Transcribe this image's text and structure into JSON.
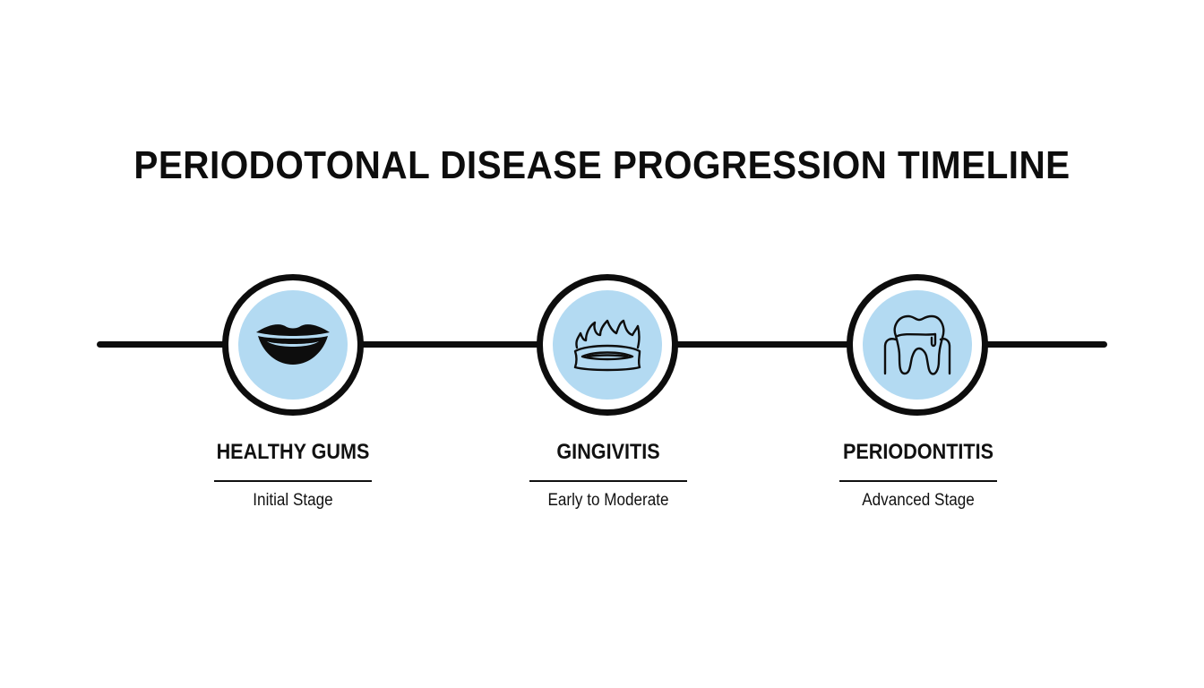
{
  "title": "PERIODOTONAL DISEASE PROGRESSION TIMELINE",
  "colors": {
    "line": "#0d0d0d",
    "icon_bg": "#b3daf2",
    "background": "#ffffff"
  },
  "stages": [
    {
      "name": "HEALTHY GUMS",
      "subtitle": "Initial Stage",
      "icon": "smiling-lips-icon"
    },
    {
      "name": "GINGIVITIS",
      "subtitle": "Early to Moderate",
      "icon": "inflamed-gums-icon"
    },
    {
      "name": "PERIODONTITIS",
      "subtitle": "Advanced Stage",
      "icon": "tooth-gum-recession-icon"
    }
  ]
}
